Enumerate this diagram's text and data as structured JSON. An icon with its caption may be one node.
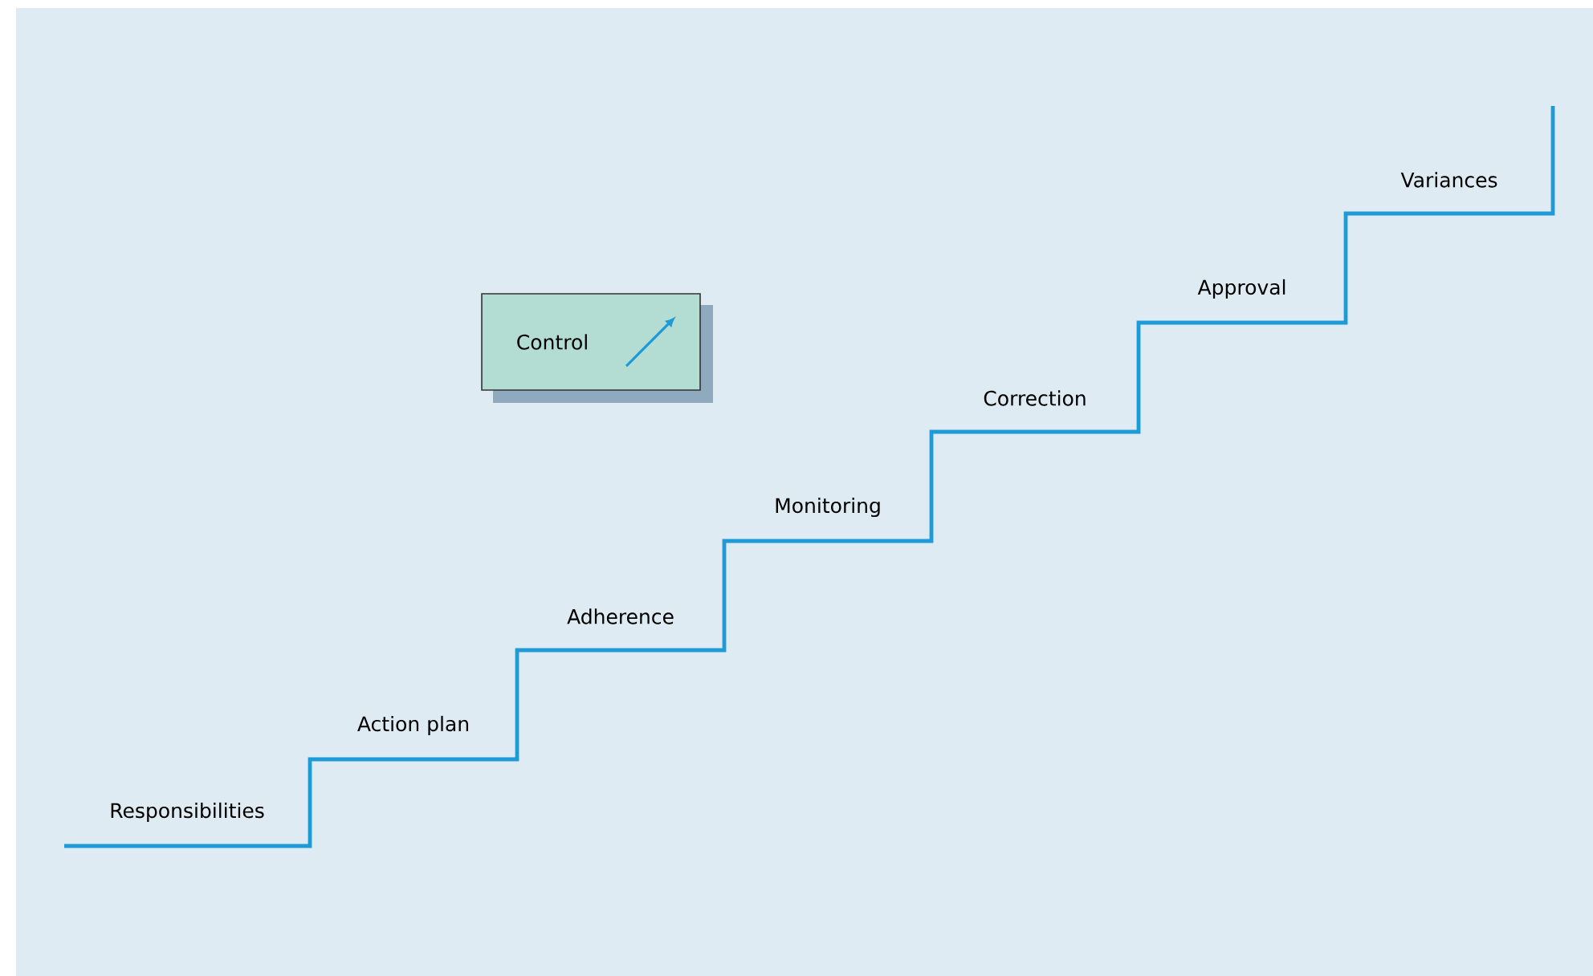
{
  "diagram": {
    "nodes": [
      {
        "text": [
          "Control"
        ]
      }
    ],
    "labels": [
      "Responsibilities",
      "Action plan",
      "Adherence",
      "Monitoring",
      "Correction",
      "Approval",
      "Variances"
    ]
  }
}
